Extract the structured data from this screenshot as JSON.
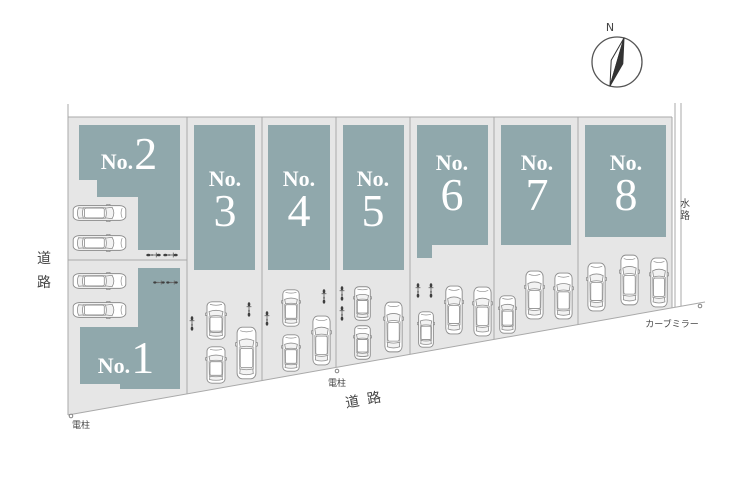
{
  "compass": {
    "north_label": "N"
  },
  "lots": [
    {
      "prefix": "No.",
      "number": "1"
    },
    {
      "prefix": "No.",
      "number": "2"
    },
    {
      "prefix": "No.",
      "number": "3"
    },
    {
      "prefix": "No.",
      "number": "4"
    },
    {
      "prefix": "No.",
      "number": "5"
    },
    {
      "prefix": "No.",
      "number": "6"
    },
    {
      "prefix": "No.",
      "number": "7"
    },
    {
      "prefix": "No.",
      "number": "8"
    }
  ],
  "labels": {
    "road_west": [
      "道",
      "路"
    ],
    "road_south": "道路",
    "waterway": [
      "水",
      "路"
    ],
    "utility_pole_west": "電柱",
    "utility_pole_south": "電柱",
    "curve_mirror": "カーブミラー"
  },
  "icons": {
    "north_arrow": "compass-needle-icon",
    "parking": "car-icon",
    "bicycle": "bicycle-icon"
  },
  "colors": {
    "building_footprint": "#90a8ac",
    "site_fill": "#e6e6e6",
    "boundary": "#a9a9a9"
  }
}
